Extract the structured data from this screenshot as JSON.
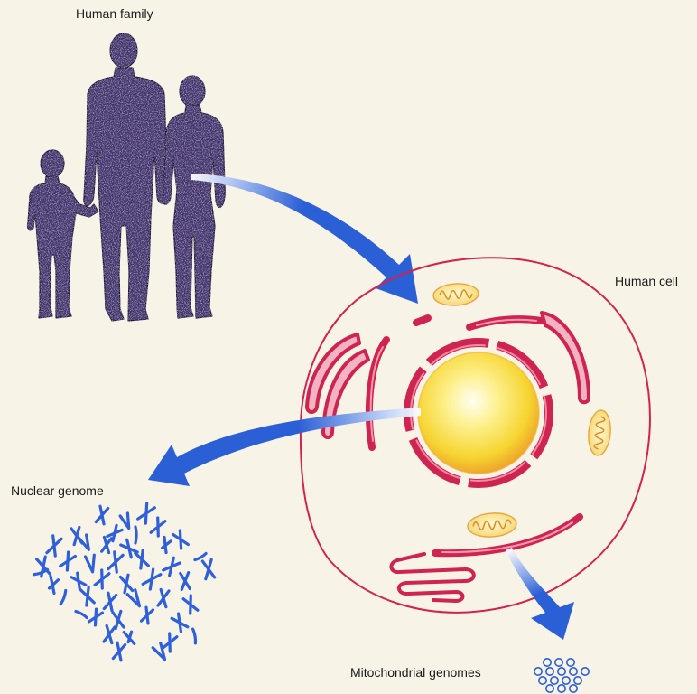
{
  "labels": {
    "human_family": "Human family",
    "human_cell": "Human cell",
    "nuclear_genome": "Nuclear genome",
    "mitochondrial_genomes": "Mitochondrial genomes"
  },
  "colors": {
    "background": "#f7f3e7",
    "silhouette": "#3b3569",
    "arrow": "#2b5fd6",
    "cell_membrane": "#d2234e",
    "endoplasmic_reticulum": "#cf2452",
    "nucleus": "#f6d531",
    "mitochondrion": "#f4d670",
    "cristae": "#e0891e",
    "chromosome": "#2f60da",
    "label_text": "#1b1b1b"
  }
}
